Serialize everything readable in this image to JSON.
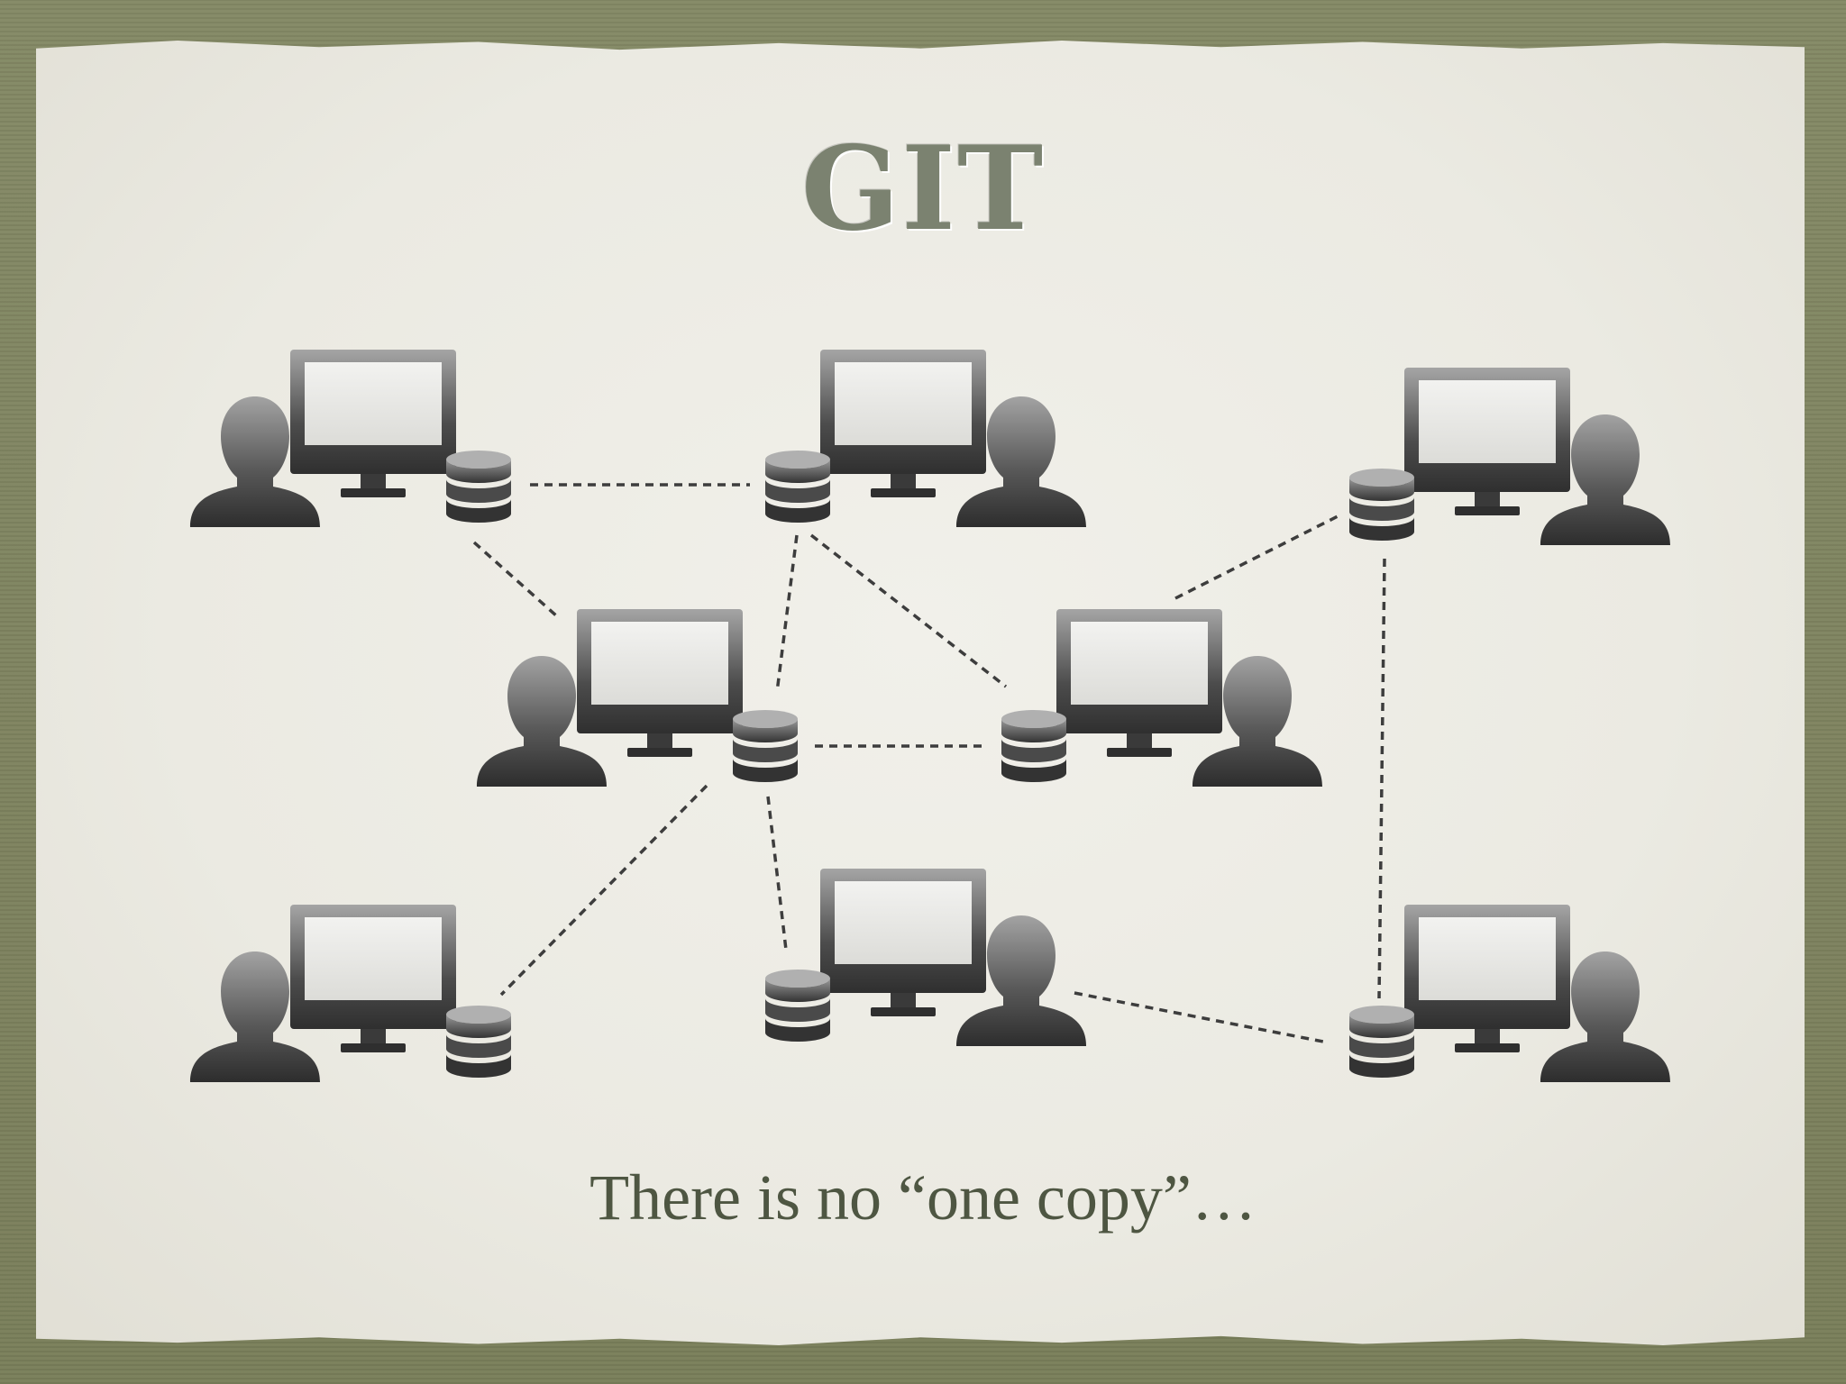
{
  "slide": {
    "title": "GIT",
    "caption": "There is no “one copy”…"
  },
  "diagram": {
    "node_icons": [
      "person-icon",
      "monitor-icon",
      "database-icon"
    ],
    "link_style": "dashed",
    "colors": {
      "background": "#7f8460",
      "paper": "#eceae2",
      "title": "#7b8270",
      "caption": "#4e5642",
      "icon_dark": "#353535",
      "icon_light": "#a0a0a0"
    }
  }
}
